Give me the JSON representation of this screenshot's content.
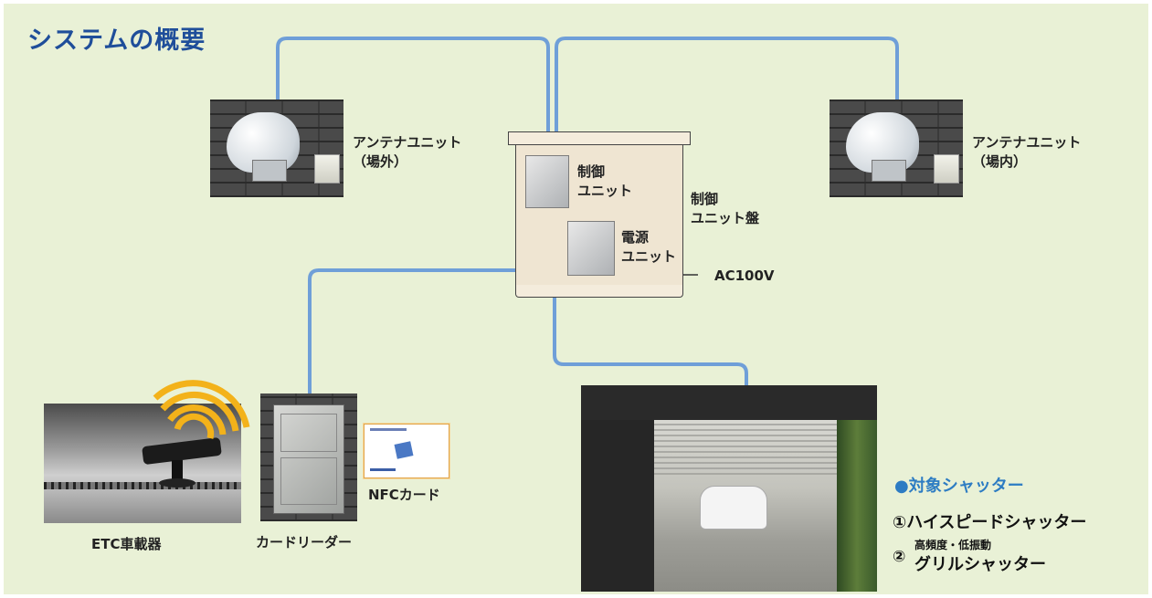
{
  "title": "システムの概要",
  "labels": {
    "antenna_outside": [
      "アンテナユニット",
      "（場外）"
    ],
    "antenna_inside": [
      "アンテナユニット",
      "（場内）"
    ],
    "control_unit": [
      "制御",
      "ユニット"
    ],
    "power_unit": [
      "電源",
      "ユニット"
    ],
    "control_panel": [
      "制御",
      "ユニット盤"
    ],
    "ac": "AC100V",
    "nfc_card": "NFCカード",
    "card_reader": "カードリーダー",
    "etc": "ETC車載器"
  },
  "target": {
    "heading": "●対象シャッター",
    "item1": "①ハイスピードシャッター",
    "item2_num": "②",
    "item2_small": "高頻度・低振動",
    "item2_main": "グリルシャッター"
  },
  "colors": {
    "wire": "#6f9fd8",
    "title": "#1f4e9a",
    "accent": "#2d7cc3",
    "background": "#e9f1d6",
    "cabinet": "#efe5d2",
    "signal": "#f3b21a"
  }
}
